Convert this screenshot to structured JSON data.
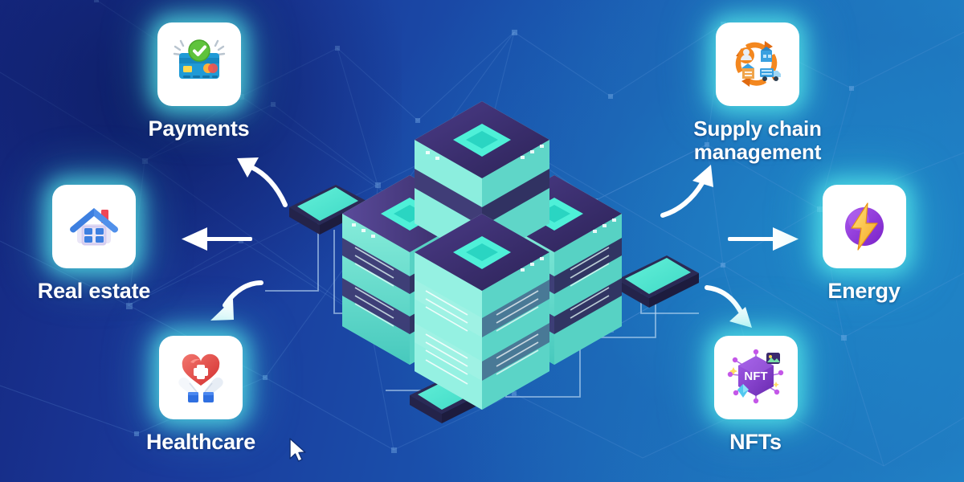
{
  "scene": {
    "title": "Blockchain use cases radial diagram",
    "background": {
      "gradient_from": "#15277f",
      "gradient_mid": "#1a52ad",
      "gradient_to": "#2490cf",
      "pattern": "network-mesh"
    },
    "center_illustration": {
      "name": "isometric-server-cluster",
      "tower_body_color": "#7fe9d8",
      "tower_top_color": "#3a2e6e",
      "accent_color": "#4ef0d8",
      "pad_color": "#4fe8cf",
      "pad_edge_color": "#2b2a55",
      "towers": 4,
      "pads": 3
    },
    "arrow_color": "#ffffff"
  },
  "nodes": [
    {
      "id": "payments",
      "label": "Payments",
      "icon": "credit-card-check-icon",
      "position": "top-left",
      "arrow": {
        "style": "curved",
        "direction": "up-left"
      },
      "colors": {
        "card": "#18a0d8",
        "accent": "#5fc33c",
        "glow": "#5af0eb"
      }
    },
    {
      "id": "supply-chain-management",
      "label": "Supply chain\nmanagement",
      "icon": "supply-chain-cycle-icon",
      "position": "top-right",
      "arrow": {
        "style": "curved",
        "direction": "up-right"
      },
      "colors": {
        "card": "#f3871f",
        "accent": "#3aa0e0",
        "glow": "#5af0eb"
      }
    },
    {
      "id": "real-estate",
      "label": "Real estate",
      "icon": "house-icon",
      "position": "mid-left",
      "arrow": {
        "style": "straight",
        "direction": "left"
      },
      "colors": {
        "card": "#3d7fe0",
        "accent": "#ef4655",
        "glow": "#5af0eb"
      }
    },
    {
      "id": "energy",
      "label": "Energy",
      "icon": "lightning-bolt-icon",
      "position": "mid-right",
      "arrow": {
        "style": "straight",
        "direction": "right"
      },
      "colors": {
        "card": "#8b35d8",
        "accent": "#ffd33d",
        "glow": "#5af0eb"
      }
    },
    {
      "id": "healthcare",
      "label": "Healthcare",
      "icon": "heart-in-hands-icon",
      "position": "bottom-left",
      "arrow": {
        "style": "curved",
        "direction": "down-left"
      },
      "colors": {
        "card": "#e0453f",
        "accent": "#ffffff",
        "glow": "#5af0eb"
      }
    },
    {
      "id": "nfts",
      "label": "NFTs",
      "icon": "nft-hexagon-icon",
      "position": "bottom-right",
      "arrow": {
        "style": "curved",
        "direction": "down-right"
      },
      "colors": {
        "card": "#8b3fd0",
        "accent": "#52c9f0",
        "glow": "#5af0eb"
      },
      "icon_text": "NFT"
    }
  ],
  "cursor": {
    "visible": true,
    "shape": "arrow-pointer"
  }
}
